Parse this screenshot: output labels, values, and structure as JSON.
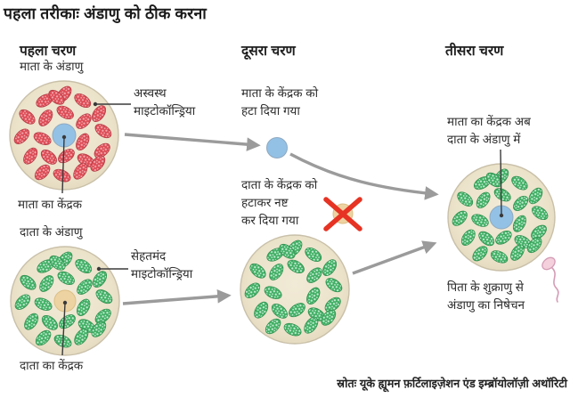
{
  "title": "पहला तरीकाः अंडाणु को ठीक करना",
  "columns": [
    {
      "header": "पहला चरण",
      "subtitle": "माता के अंडाणु"
    },
    {
      "header": "दूसरा चरण"
    },
    {
      "header": "तीसरा चरण"
    }
  ],
  "labels": {
    "unhealthy_mitochondria": "अस्वस्थ\nमाइटोकॉन्ड्रिया",
    "mother_nucleus": "माता का केंद्रक",
    "donor_egg": "दाता के अंडाणु",
    "healthy_mitochondria": "सेहतमंद\nमाइटोकॉन्ड्रिया",
    "donor_nucleus": "दाता का केंद्रक",
    "mother_nucleus_removed": "माता के केंद्रक को\nहटा दिया गया",
    "donor_nucleus_destroyed": "दाता के केंद्रक को\nहटाकर नष्ट\nकर दिया गया",
    "nucleus_transferred": "माता का केंद्रक अब\nदाता के अंडाणु में",
    "fertilization": "पिता के शुक्राणु से\nअंडाणु का निषेचन"
  },
  "source": "स्रोतः यूके ह्यूमन फ़र्टिलाइज़ेशन एंड इम्ब्रॉयोलॉज़ी अथॉरिटी",
  "colors": {
    "cell_body": "#ece3cb",
    "unhealthy_mitochondria": "#dc4a54",
    "healthy_mitochondria": "#3fae63",
    "mother_nucleus": "#93c1e6",
    "donor_nucleus": "#eed3a2",
    "arrow": "#9b9b9b",
    "cross": "#e63323",
    "sperm": "#f4d0dc"
  }
}
